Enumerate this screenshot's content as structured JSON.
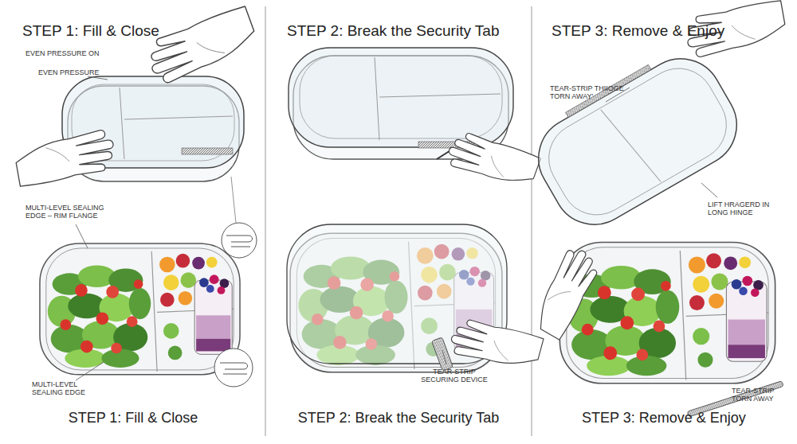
{
  "diagram": {
    "labels": [
      "STEP 1: Fill & Close",
      "STEP 2: Break the Security Tab",
      "STEP 3: Remove & Enjoy",
      "EVEN PRESSURE ON",
      "EVEN PRESSURE",
      "MULTI-LEVEL SEALING EDGE – RIM FLANGE",
      "MULTI-LEVEL SEALING EDGE",
      "TEAR-STRIP SECURING DEVICE",
      "TEAR-STRIP THIIOGE TORN AWAY'",
      "LIFT HRAGERD IN LONG HINGE",
      "TEAR-STRIP TORN AWAY",
      "STEP 1: Fill & Close",
      "STEP 2: Break the Security Tab",
      "STEP 3: Remove & Enjoy"
    ]
  }
}
